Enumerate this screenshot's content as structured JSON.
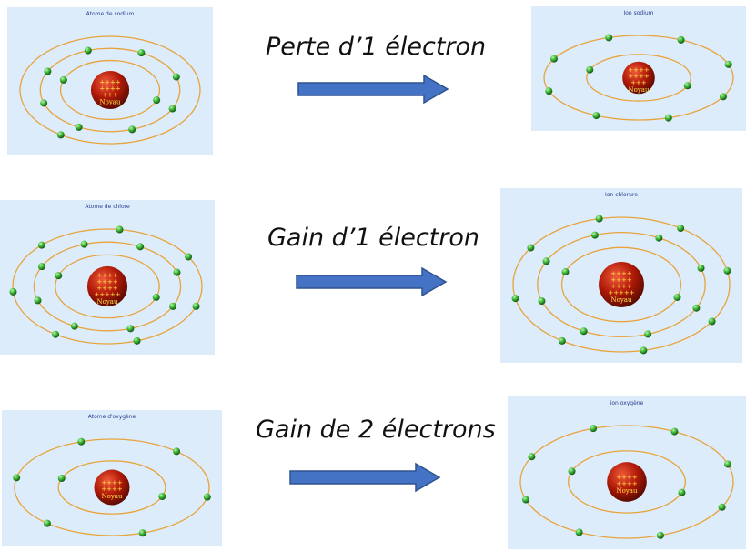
{
  "colors": {
    "panel_bg": "#dcecfb",
    "orbit": "#e8a33b",
    "electron": "#3fb83a",
    "nucleus": "#b01a08",
    "charge_text": "#ffe14a",
    "arrow_fill": "#4472c4",
    "arrow_stroke": "#2f528f"
  },
  "nucleus_label": "Noyau",
  "rows": [
    {
      "caption": "Perte d’1 électron",
      "left": {
        "title": "Atome de sodium",
        "charges": [
          "++++",
          "++++",
          "+++"
        ],
        "electrons_per_shell": [
          2,
          8,
          1
        ]
      },
      "right": {
        "title": "Ion sodium",
        "charges": [
          "++++",
          "++++",
          "+++"
        ],
        "electrons_per_shell": [
          2,
          8
        ]
      }
    },
    {
      "caption": "Gain d’1 électron",
      "left": {
        "title": "Atome de chlore",
        "charges": [
          "++++",
          "++++",
          "++++",
          "+++++"
        ],
        "electrons_per_shell": [
          2,
          8,
          7
        ]
      },
      "right": {
        "title": "Ion chlorure",
        "charges": [
          "++++",
          "++++",
          "++++",
          "+++++"
        ],
        "electrons_per_shell": [
          2,
          8,
          8
        ]
      }
    },
    {
      "caption": "Gain de 2 électrons",
      "left": {
        "title": "Atome d'oxygène",
        "charges": [
          "++++",
          "++++"
        ],
        "electrons_per_shell": [
          2,
          6
        ]
      },
      "right": {
        "title": "ion oxygène",
        "charges": [
          "++++",
          "++++"
        ],
        "electrons_per_shell": [
          2,
          8
        ]
      }
    }
  ]
}
